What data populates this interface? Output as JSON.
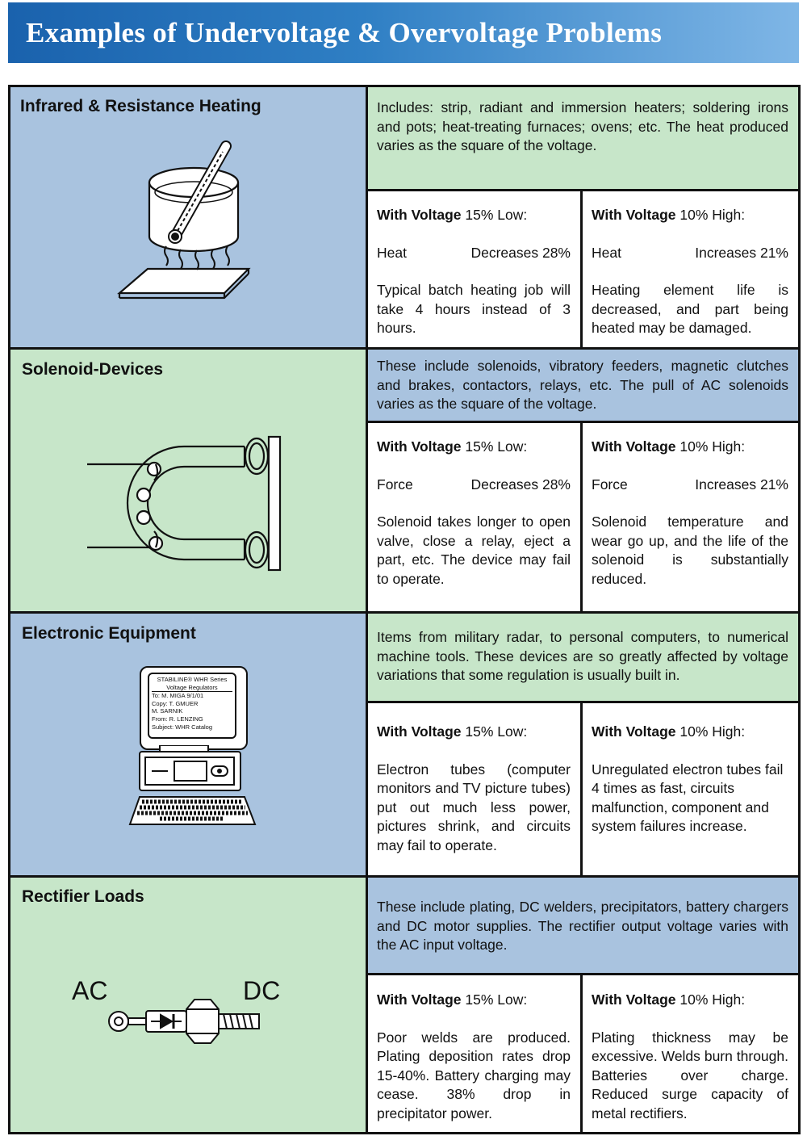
{
  "title": "Examples of Undervoltage & Overvoltage Problems",
  "rows": [
    {
      "category": "Infrared & Resistance Heating",
      "description": "Includes: strip, radiant and immersion heaters; soldering irons and pots; heat-treating furnaces; ovens; etc.  The heat produced varies as the square of the voltage.",
      "low": {
        "label_bold": "With Voltage",
        "label_rest": " 15% Low:",
        "effect_name": "Heat",
        "effect_value": "Decreases 28%",
        "note": "Typical batch heating job will take 4 hours instead of 3 hours."
      },
      "high": {
        "label_bold": "With Voltage",
        "label_rest": " 10% High:",
        "effect_name": "Heat",
        "effect_value": "Increases 21%",
        "note": "Heating element life is decreased, and part being heated may be damaged."
      }
    },
    {
      "category": "Solenoid-Devices",
      "description": "These include solenoids, vibratory feeders, magnetic clutches and brakes, contactors, relays, etc.  The pull of AC solenoids varies as the square of the voltage.",
      "low": {
        "label_bold": "With Voltage",
        "label_rest": " 15% Low:",
        "effect_name": "Force",
        "effect_value": "Decreases 28%",
        "note": "Solenoid takes longer to open valve, close a relay, eject a part, etc.  The device may fail to operate."
      },
      "high": {
        "label_bold": "With Voltage",
        "label_rest": " 10% High:",
        "effect_name": "Force",
        "effect_value": "Increases 21%",
        "note": "Solenoid temperature and wear go up, and the life of the solenoid is substantially reduced."
      }
    },
    {
      "category": "Electronic Equipment",
      "description": "Items from military radar, to personal computers, to numerical machine tools.  These devices are so greatly affected by voltage variations that some regulation is usually built in.",
      "low": {
        "label_bold": "With Voltage",
        "label_rest": " 15% Low:",
        "note": "Electron tubes (computer monitors and TV picture tubes) put out much less power, pictures shrink, and circuits may fail to operate."
      },
      "high": {
        "label_bold": "With Voltage",
        "label_rest": " 10% High:",
        "note": "Unregulated electron tubes fail 4 times as fast, circuits malfunction, component and system failures increase."
      },
      "screen": [
        "STABILINE® WHR Series",
        "Voltage Regulators",
        "To:   M. MIGA   9/1/01",
        "Copy: T. GMUER",
        "         M. SARNIK",
        "From: R. LENZING",
        "Subject: WHR Catalog"
      ]
    },
    {
      "category": "Rectifier Loads",
      "description": "These include plating, DC welders, precipitators, battery chargers and DC motor supplies.  The rectifier output voltage varies with the AC input voltage.",
      "low": {
        "label_bold": "With Voltage",
        "label_rest": " 15% Low:",
        "note": "Poor welds are produced. Plating deposition rates drop 15-40%.  Battery charging may cease.  38% drop in precipitator power."
      },
      "high": {
        "label_bold": "With Voltage",
        "label_rest": " 10% High:",
        "note": "Plating thickness may be excessive.  Welds burn through.  Batteries over charge.  Reduced surge capacity of metal rectifiers."
      },
      "ac_label": "AC",
      "dc_label": "DC"
    }
  ],
  "colors": {
    "blue": "#a9c3df",
    "green": "#c7e6c9",
    "banner": "#1a62ad"
  }
}
